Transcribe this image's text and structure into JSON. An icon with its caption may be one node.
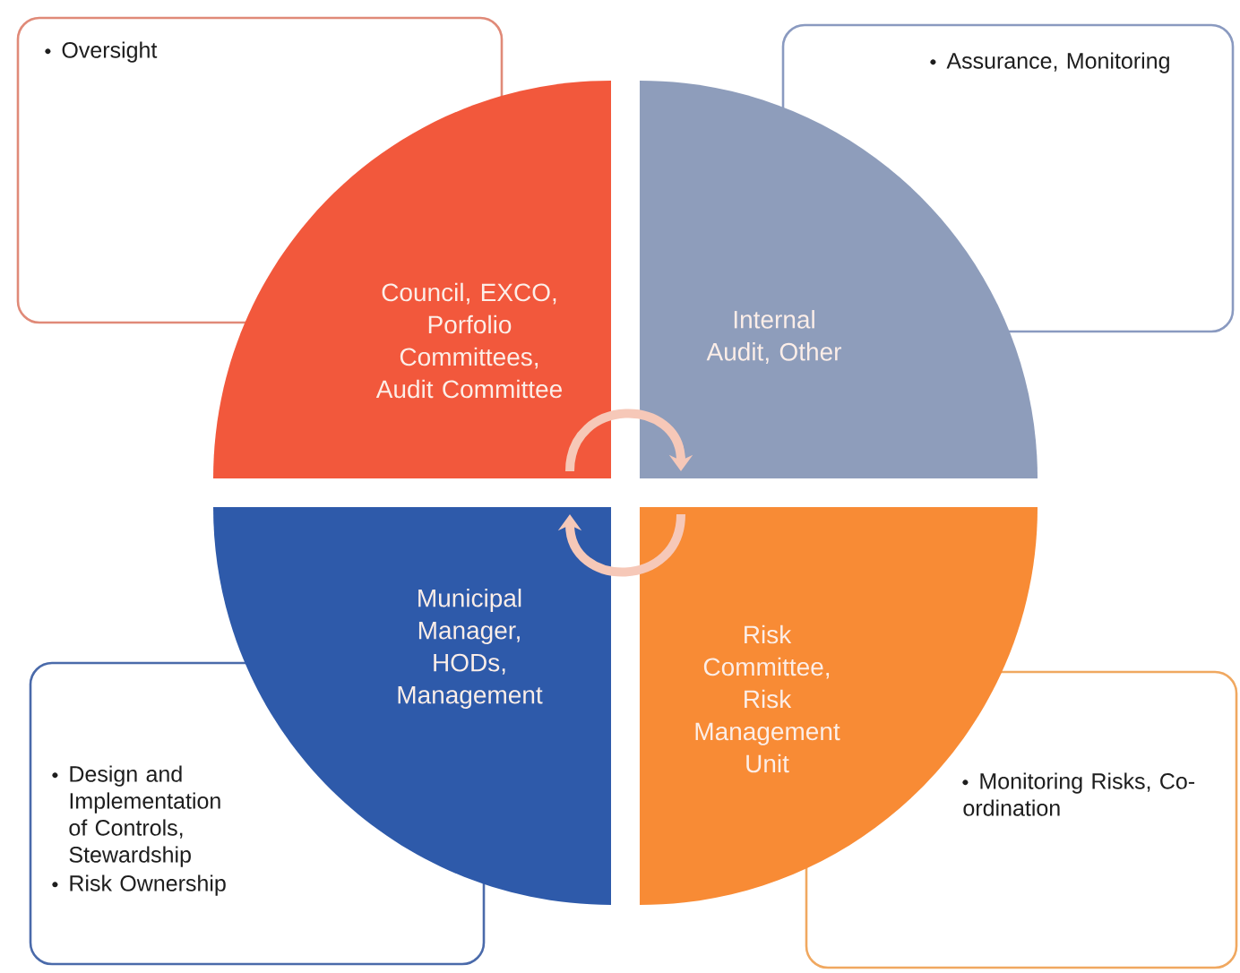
{
  "diagram": {
    "nodes": [
      {
        "text": [
          "Oversight"
        ]
      },
      {
        "text": [
          "Assurance, Monitoring"
        ]
      },
      {
        "text": [
          "Council, EXCO, Porfolio Committees, Audit Committee"
        ]
      },
      {
        "text": [
          "Internal Audit, Other"
        ]
      },
      {
        "text": [
          "Municipal Manager, HODs, Management"
        ]
      },
      {
        "text": [
          "Risk Committee, Risk Management Unit"
        ]
      },
      {
        "text": [
          "Design and Implementation of Controls, Stewardship",
          "Risk Ownership"
        ]
      },
      {
        "text": [
          "Monitoring Risks, Co-ordination"
        ]
      }
    ],
    "edges": [
      {
        "from": 2,
        "to": 3,
        "arrow": "to"
      },
      {
        "from": 5,
        "to": 4,
        "arrow": "to"
      }
    ]
  }
}
